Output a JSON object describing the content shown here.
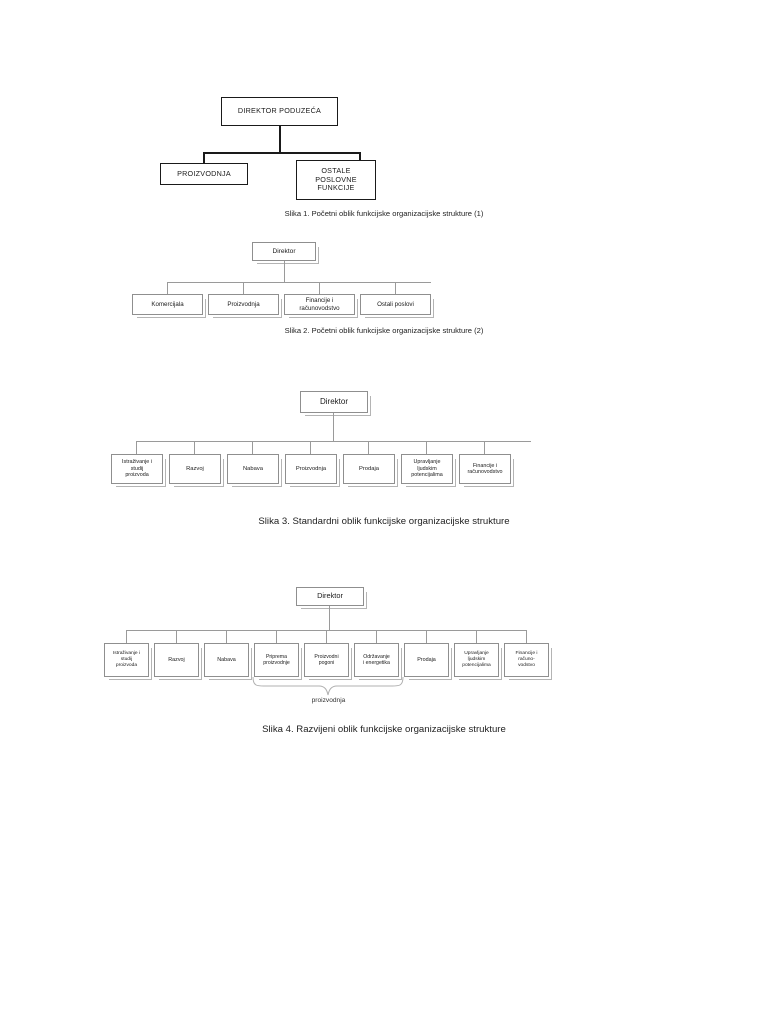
{
  "document": {
    "language": "hr",
    "page_background": "#ffffff",
    "text_color": "#1a1a1a"
  },
  "figures": [
    {
      "id": "figure-1",
      "caption": "Slika 1. Početni oblik funkcijske organizacijske strukture (1)",
      "style": "bold-outline",
      "root": "DIREKTOR PODUZEĆA",
      "children": [
        "PROIZVODNJA",
        "OSTALE POSLOVNE FUNKCIJE"
      ],
      "nodes": {
        "root_label": "DIREKTOR PODUZEĆA",
        "child_1_label": "PROIZVODNJA",
        "child_2_line_1": "OSTALE",
        "child_2_line_2": "POSLOVNE",
        "child_2_line_3": "FUNKCIJE"
      }
    },
    {
      "id": "figure-2",
      "caption": "Slika 2. Početni oblik funkcijske organizacijske strukture (2)",
      "style": "soft-shadow",
      "root": "Direktor",
      "children": [
        "Komercijala",
        "Proizvodnja",
        "Financije i računovodstvo",
        "Ostali poslovi"
      ],
      "nodes": {
        "root_label": "Direktor",
        "child_1_label": "Komercijala",
        "child_2_label": "Proizvodnja",
        "child_3_line_1": "Financije i",
        "child_3_line_2": "računovodstvo",
        "child_4_label": "Ostali poslovi"
      }
    },
    {
      "id": "figure-3",
      "caption": "Slika 3. Standardni oblik funkcijske organizacijske strukture",
      "style": "soft-shadow",
      "root": "Direktor",
      "children": [
        "Istraživanje i studij proizvoda",
        "Razvoj",
        "Nabava",
        "Proizvodnja",
        "Prodaja",
        "Upravljanje ljudskim potencijalima",
        "Financije i računovodstvo"
      ],
      "nodes": {
        "root_label": "Direktor",
        "child_1_line_1": "Istraživanje i",
        "child_1_line_2": "studij",
        "child_1_line_3": "proizvoda",
        "child_2_label": "Razvoj",
        "child_3_label": "Nabava",
        "child_4_label": "Proizvodnja",
        "child_5_label": "Prodaja",
        "child_6_line_1": "Upravljanje",
        "child_6_line_2": "ljudskim",
        "child_6_line_3": "potencijalima",
        "child_7_line_1": "Financije i",
        "child_7_line_2": "računovodstvo"
      }
    },
    {
      "id": "figure-4",
      "caption": "Slika 4. Razvijeni oblik funkcijske organizacijske strukture",
      "style": "soft-shadow",
      "root": "Direktor",
      "children": [
        "Istraživanje i studij proizvoda",
        "Razvoj",
        "Nabava",
        "Priprema proizvodnje",
        "Proizvodni pogoni",
        "Održavanje i energetika",
        "Prodaja",
        "Upravljanje ljudskim potencijalima",
        "Financije i računo-vodstvo"
      ],
      "group_brace": {
        "label": "proizvodnja",
        "spans_children": [
          4,
          5,
          6
        ]
      },
      "nodes": {
        "root_label": "Direktor",
        "child_1_line_1": "Istraživanje i",
        "child_1_line_2": "studij",
        "child_1_line_3": "proizvoda",
        "child_2_label": "Razvoj",
        "child_3_label": "Nabava",
        "child_4_line_1": "Priprema",
        "child_4_line_2": "proizvodnje",
        "child_5_line_1": "Proizvodni",
        "child_5_line_2": "pogoni",
        "child_6_line_1": "Održavanje",
        "child_6_line_2": "i energetika",
        "child_7_label": "Prodaja",
        "child_8_line_1": "Upravljanje",
        "child_8_line_2": "ljudskim",
        "child_8_line_3": "potencijalima",
        "child_9_line_1": "Financije i",
        "child_9_line_2": "računo-",
        "child_9_line_3": "vodstvo",
        "brace_label": "proizvodnja"
      }
    }
  ]
}
